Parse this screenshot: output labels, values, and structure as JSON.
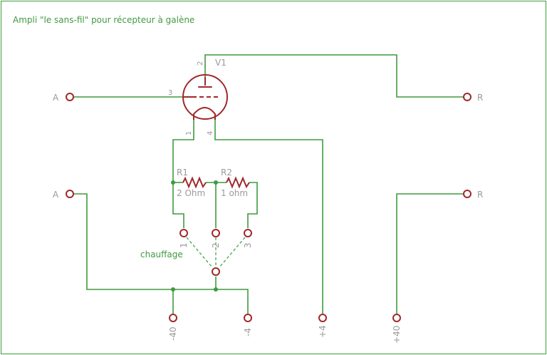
{
  "title": "Ampli \"le sans-fil\" pour récepteur à galène",
  "tube": {
    "name": "V1",
    "pins": {
      "anode": "2",
      "grid": "3",
      "filament_left": "1",
      "filament_right": "4"
    }
  },
  "resistors": [
    {
      "name": "R1",
      "value": "2 Ohm"
    },
    {
      "name": "R2",
      "value": "1 ohm"
    }
  ],
  "connectors": {
    "antenna_top": "A",
    "antenna_bottom": "A",
    "receiver_top": "R",
    "receiver_bottom": "R",
    "heater_pad_1": "1",
    "heater_pad_2": "2",
    "heater_pad_3": "3",
    "battery_minus_40": "-40",
    "battery_minus_4": "-4",
    "battery_plus_4": "+4",
    "battery_plus_40": "+40"
  },
  "heater_label": "chauffage",
  "colors": {
    "wire": "#3f9a3f",
    "component": "#a0282a",
    "text": "#9a9a9a"
  }
}
